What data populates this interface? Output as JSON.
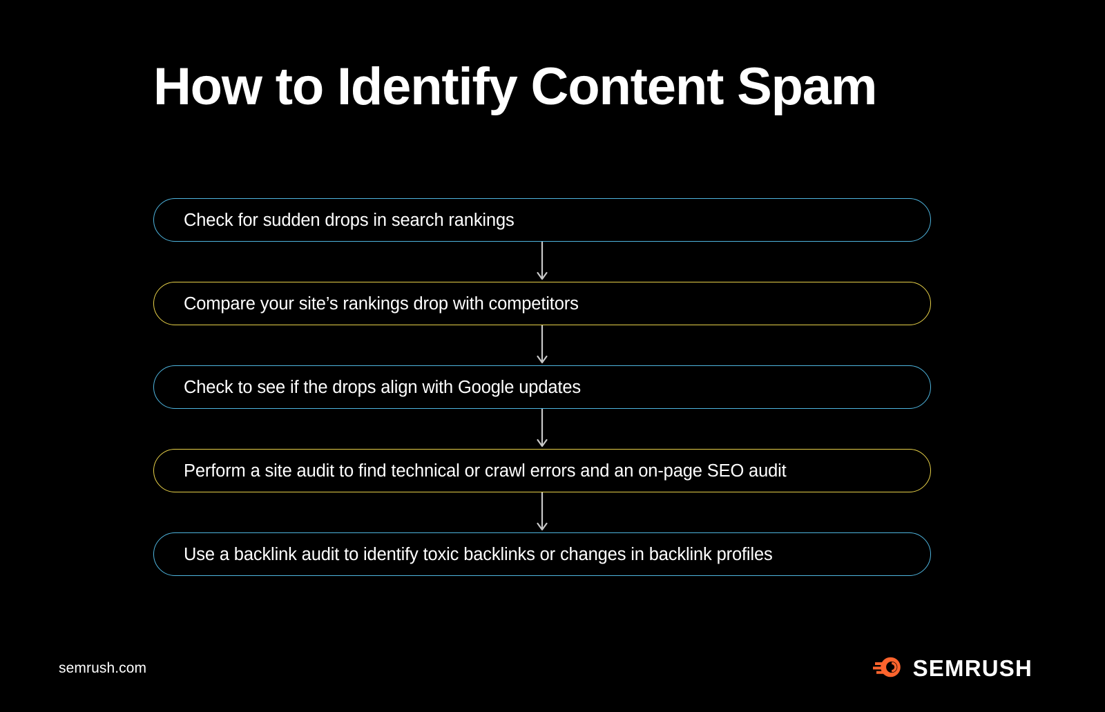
{
  "page": {
    "background": "#000000",
    "title": "How to Identify Content Spam"
  },
  "colors": {
    "accent_blue": "#4fb6e0",
    "accent_yellow": "#ead349",
    "connector": "#c9c9c9",
    "text": "#ffffff",
    "brand_orange": "#ff642d"
  },
  "flow": {
    "steps": [
      {
        "label": "Check for sudden drops in search rankings",
        "accent": "blue"
      },
      {
        "label": "Compare your site’s rankings drop with competitors",
        "accent": "yellow"
      },
      {
        "label": "Check to see if the drops align with Google updates",
        "accent": "blue"
      },
      {
        "label": "Perform a site audit to find technical or crawl errors and an on-page SEO audit",
        "accent": "yellow"
      },
      {
        "label": "Use a backlink audit to identify toxic backlinks or changes in backlink profiles",
        "accent": "blue"
      }
    ]
  },
  "footer": {
    "domain": "semrush.com",
    "brand_name": "SEMRUSH",
    "brand_icon": "semrush-comet-logo-icon"
  }
}
